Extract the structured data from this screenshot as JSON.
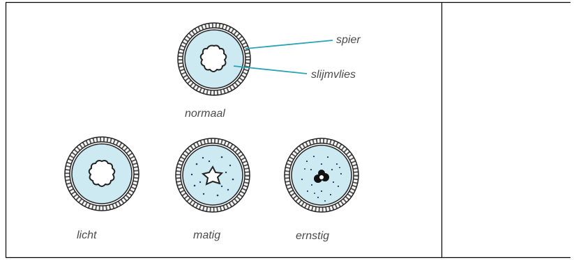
{
  "diagram": {
    "top_labels": {
      "muscle": "spier",
      "mucosa": "slijmvlies",
      "normal": "normaal"
    },
    "bottom_labels": [
      "licht",
      "matig",
      "ernstig"
    ],
    "colors": {
      "lumen_fill": "#cde9f2",
      "pointer_line": "#2ba3b4",
      "outline": "#222222",
      "frame": "#000000"
    }
  }
}
